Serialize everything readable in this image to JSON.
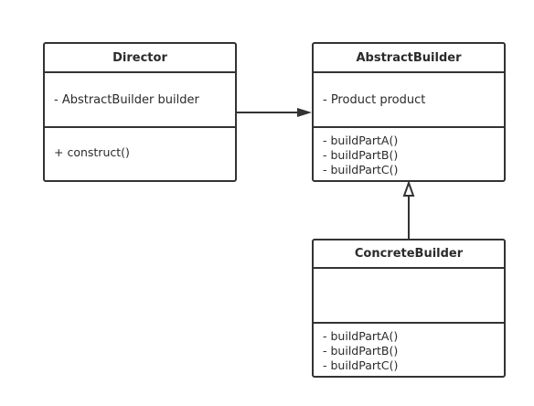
{
  "classes": {
    "director": {
      "name": "Director",
      "attributes": [
        "- AbstractBuilder builder"
      ],
      "operations": [
        "+ construct()"
      ]
    },
    "abstract_builder": {
      "name": "AbstractBuilder",
      "attributes": [
        "- Product product"
      ],
      "operations": [
        "- buildPartA()",
        "- buildPartB()",
        "- buildPartC()"
      ]
    },
    "concrete_builder": {
      "name": "ConcreteBuilder",
      "attributes": [],
      "operations": [
        "- buildPartA()",
        "- buildPartB()",
        "- buildPartC()"
      ]
    }
  },
  "relations": [
    {
      "from": "director",
      "to": "abstract_builder",
      "kind": "association"
    },
    {
      "from": "concrete_builder",
      "to": "abstract_builder",
      "kind": "inheritance"
    }
  ],
  "colors": {
    "stroke": "#333333",
    "background": "#ffffff"
  }
}
